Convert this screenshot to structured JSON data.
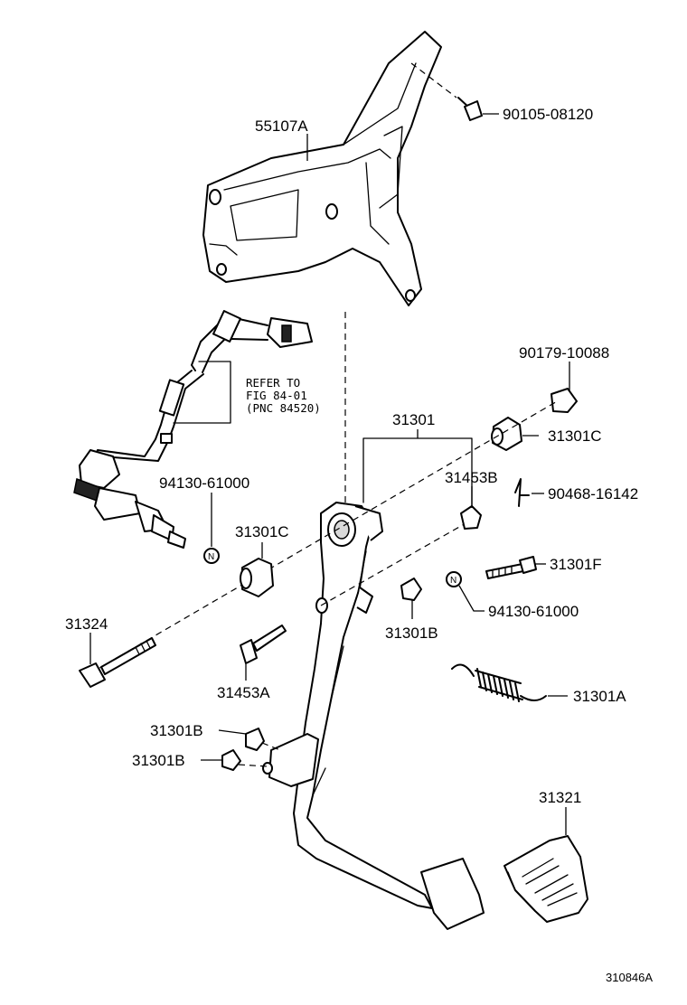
{
  "labels": {
    "bolt_top": "90105-08120",
    "bracket": "55107A",
    "refer_line1": "REFER TO",
    "refer_line2": "FIG 84-01",
    "refer_line3": "(PNC 84520)",
    "bushing_nut": "90179-10088",
    "pedal_assy": "31301",
    "bushing_c_right": "31301C",
    "bushing_b_top": "31453B",
    "pin_clip": "90468-16142",
    "nut_left": "94130-61000",
    "bushing_c_left": "31301C",
    "bolt_f": "31301F",
    "nut_right": "94130-61000",
    "bolt_long": "31324",
    "cushion_b_mid": "31301B",
    "bolt_a": "31453A",
    "spring": "31301A",
    "cushion_b_1": "31301B",
    "cushion_b_2": "31301B",
    "pad": "31321",
    "nut_symbol": "N",
    "figure_id": "310846A"
  }
}
